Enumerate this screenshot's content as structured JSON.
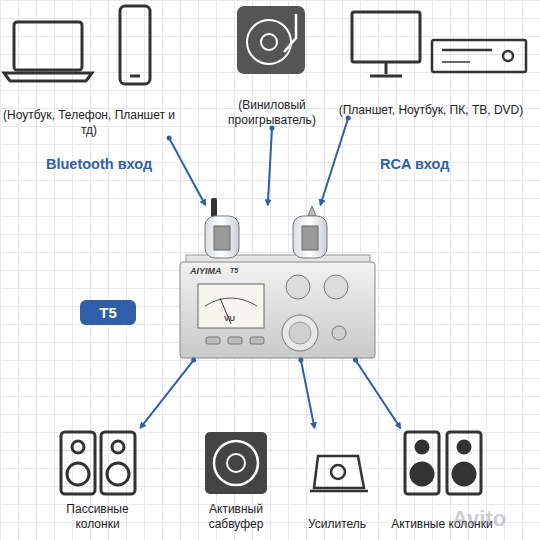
{
  "diagram": {
    "nodes": [
      {
        "text": [
          "(Ноутбук, Телефон, Планшет и тд)"
        ]
      },
      {
        "text": [
          "(Виниловый проигрыватель)"
        ]
      },
      {
        "text": [
          "(Планшет, Ноутбук, ПК, ТВ, DVD)"
        ]
      },
      {
        "text": [
          "T5"
        ]
      },
      {
        "text": [
          "AIYIMA",
          "T5"
        ]
      },
      {
        "text": [
          "Пассивные колонки"
        ]
      },
      {
        "text": [
          "Активный сабвуфер"
        ]
      },
      {
        "text": [
          "Усилитель"
        ]
      },
      {
        "text": [
          "Активные колонки"
        ]
      }
    ],
    "edges": [
      {
        "from": 0,
        "to": 4,
        "arrow": "to",
        "label": "Bluetooth вход"
      },
      {
        "from": 1,
        "to": 4,
        "arrow": "to"
      },
      {
        "from": 2,
        "to": 4,
        "arrow": "to",
        "label": "RCA вход"
      },
      {
        "from": 4,
        "to": 5,
        "arrow": "to"
      },
      {
        "from": 4,
        "to": 7,
        "arrow": "to"
      },
      {
        "from": 4,
        "to": 8,
        "arrow": "to"
      }
    ],
    "labels": [
      "VU",
      "Avito"
    ]
  }
}
